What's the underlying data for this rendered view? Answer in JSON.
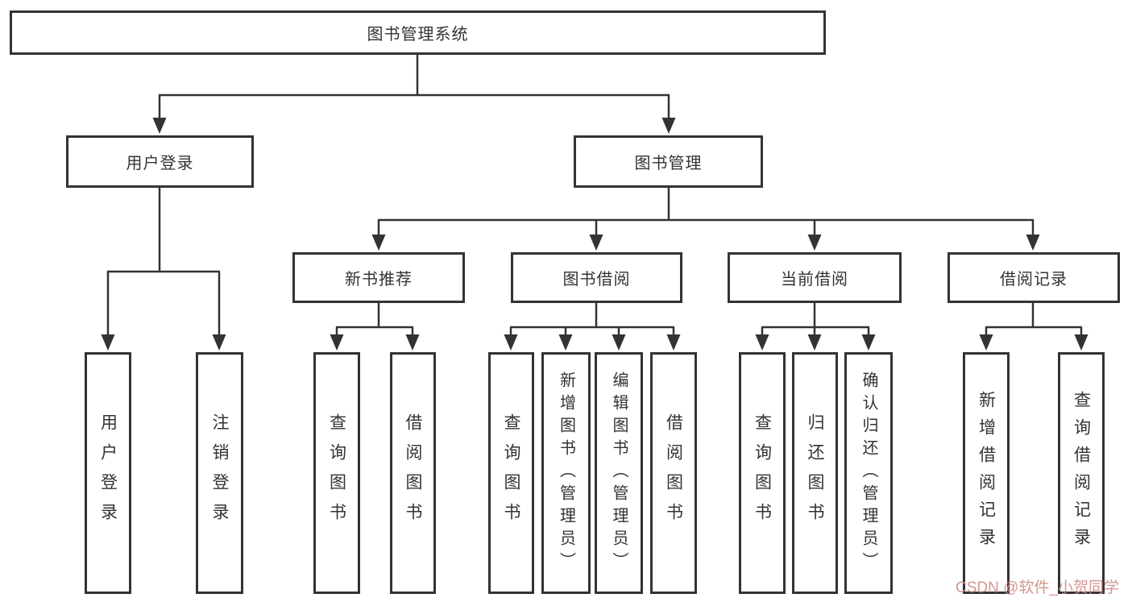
{
  "diagram": {
    "title": "图书管理系统",
    "nodes": {
      "user_login": "用户登录",
      "book_mgmt": "图书管理",
      "new_book_rec": "新书推荐",
      "book_borrow": "图书借阅",
      "current_borrow": "当前借阅",
      "borrow_record": "借阅记录",
      "leaf_user_login": "用户登录",
      "leaf_logout": "注销登录",
      "nb_query_books": "查询图书",
      "nb_borrow_books": "借阅图书",
      "bb_query_books": "查询图书",
      "bb_add_books": "新增图书（管理员）",
      "bb_edit_books": "编辑图书（管理员）",
      "bb_borrow_books": "借阅图书",
      "cb_query_books": "查询图书",
      "cb_return_books": "归还图书",
      "cb_confirm_return": "确认归还（管理员）",
      "br_add_record": "新增借阅记录",
      "br_query_record": "查询借阅记录"
    },
    "colors": {
      "line": "#333333",
      "box_border": "#333333",
      "box_fill": "#ffffff",
      "text": "#333333"
    }
  },
  "watermark": {
    "text": "CSDN @软件_小贺同学",
    "color": "#D08C86"
  }
}
